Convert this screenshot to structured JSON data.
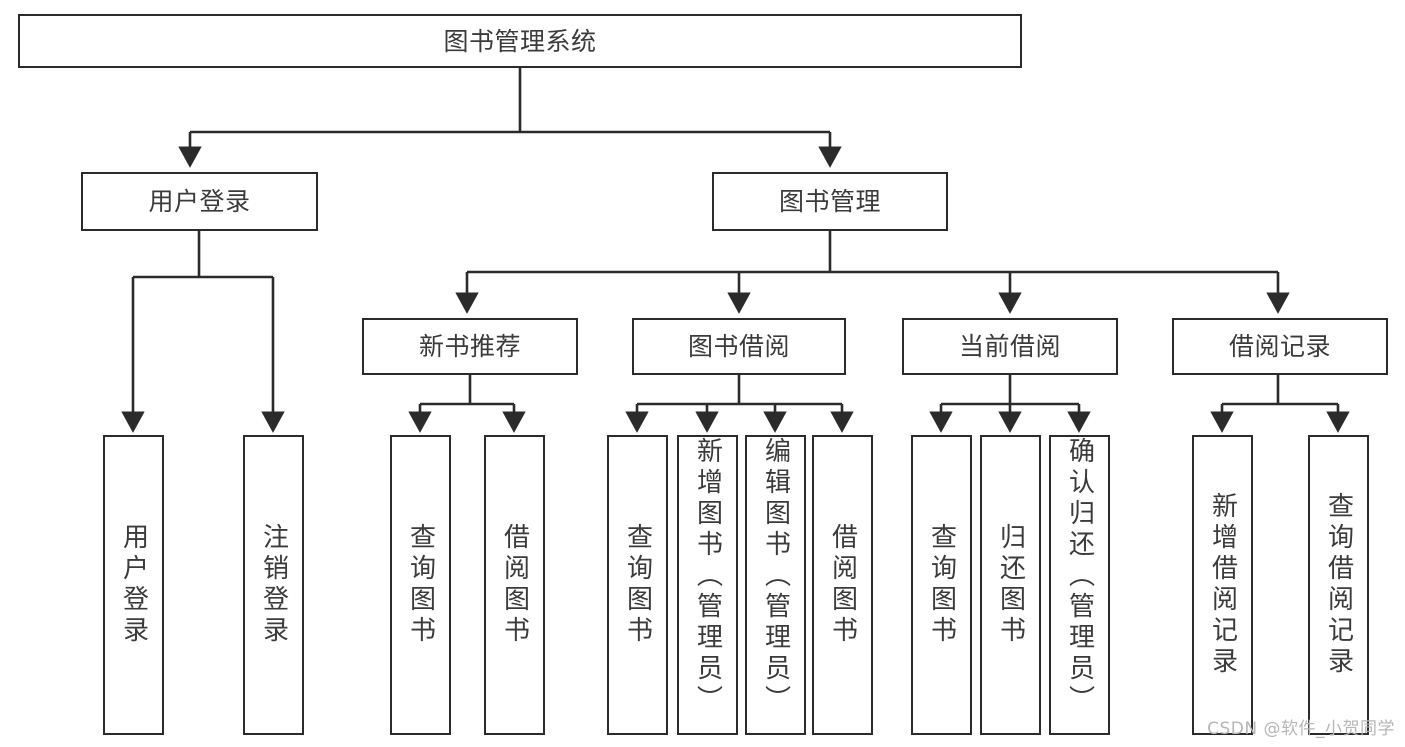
{
  "diagram": {
    "title": "图书管理系统",
    "type": "hierarchy-tree",
    "levels": 4,
    "colors": {
      "box_border": "#2b2b2b",
      "box_fill": "#ffffff",
      "connector": "#2b2b2b",
      "text": "#3b3b3b",
      "watermark": "#b6b6b6",
      "background": "#ffffff"
    },
    "root": {
      "id": "root",
      "label": "图书管理系统",
      "orientation": "horizontal"
    },
    "level2": [
      {
        "id": "user-login",
        "label": "用户登录",
        "orientation": "horizontal"
      },
      {
        "id": "book-manage",
        "label": "图书管理",
        "orientation": "horizontal"
      }
    ],
    "level3": [
      {
        "id": "new-book-recommend",
        "label": "新书推荐",
        "orientation": "horizontal",
        "parent": "book-manage"
      },
      {
        "id": "book-borrow",
        "label": "图书借阅",
        "orientation": "horizontal",
        "parent": "book-manage"
      },
      {
        "id": "current-borrow",
        "label": "当前借阅",
        "orientation": "horizontal",
        "parent": "book-manage"
      },
      {
        "id": "borrow-record",
        "label": "借阅记录",
        "orientation": "horizontal",
        "parent": "book-manage"
      }
    ],
    "leaves": [
      {
        "id": "leaf-user-login",
        "label": "用户登录",
        "parent": "user-login",
        "orientation": "vertical",
        "align": "center"
      },
      {
        "id": "leaf-user-logout",
        "label": "注销登录",
        "parent": "user-login",
        "orientation": "vertical",
        "align": "center"
      },
      {
        "id": "leaf-query-book-1",
        "label": "查询图书",
        "parent": "new-book-recommend",
        "orientation": "vertical",
        "align": "center"
      },
      {
        "id": "leaf-borrow-book-1",
        "label": "借阅图书",
        "parent": "new-book-recommend",
        "orientation": "vertical",
        "align": "center"
      },
      {
        "id": "leaf-query-book-2",
        "label": "查询图书",
        "parent": "book-borrow",
        "orientation": "vertical",
        "align": "center"
      },
      {
        "id": "leaf-add-book",
        "label": "新增图书（管理员）",
        "parent": "book-borrow",
        "orientation": "vertical",
        "align": "top"
      },
      {
        "id": "leaf-edit-book",
        "label": "编辑图书（管理员）",
        "parent": "book-borrow",
        "orientation": "vertical",
        "align": "top"
      },
      {
        "id": "leaf-borrow-book-2",
        "label": "借阅图书",
        "parent": "book-borrow",
        "orientation": "vertical",
        "align": "center"
      },
      {
        "id": "leaf-query-book-3",
        "label": "查询图书",
        "parent": "current-borrow",
        "orientation": "vertical",
        "align": "center"
      },
      {
        "id": "leaf-return-book",
        "label": "归还图书",
        "parent": "current-borrow",
        "orientation": "vertical",
        "align": "center"
      },
      {
        "id": "leaf-confirm-return",
        "label": "确认归还（管理员）",
        "parent": "current-borrow",
        "orientation": "vertical",
        "align": "top"
      },
      {
        "id": "leaf-add-record",
        "label": "新增借阅记录",
        "parent": "borrow-record",
        "orientation": "vertical",
        "align": "center"
      },
      {
        "id": "leaf-query-record",
        "label": "查询借阅记录",
        "parent": "borrow-record",
        "orientation": "vertical",
        "align": "center"
      }
    ]
  },
  "watermark": {
    "text": "CSDN @软件_小贺同学"
  }
}
